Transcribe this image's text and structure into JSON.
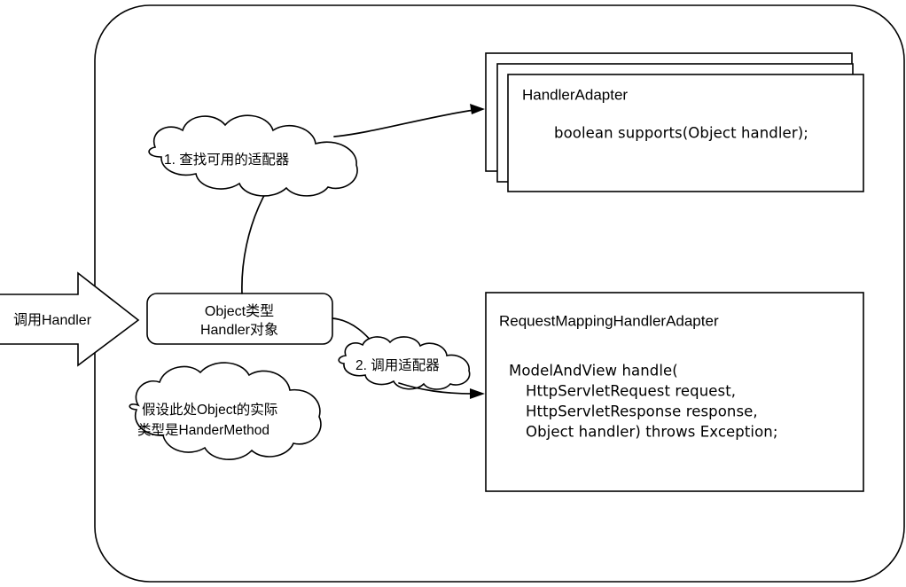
{
  "diagram": {
    "title_visible": false,
    "outer_container": {
      "name": "outer-rounded-container",
      "shape": "rounded-rectangle"
    },
    "input_arrow": {
      "label": "调用Handler",
      "shape": "block-arrow-right"
    },
    "handler_box": {
      "line1": "Object类型",
      "line2": "Handler对象",
      "shape": "rounded-rectangle"
    },
    "clouds": [
      {
        "id": "cloud-step-1",
        "text": "1. 查找可用的适配器"
      },
      {
        "id": "cloud-step-2",
        "text": "2. 调用适配器"
      },
      {
        "id": "cloud-note",
        "line1": "假设此处Object的实际",
        "line2": "类型是HanderMethod"
      }
    ],
    "handler_adapter_stack": {
      "shape": "stacked-rectangles",
      "count": 3,
      "class_name": "HandlerAdapter",
      "signature": "boolean supports(Object handler);"
    },
    "request_mapping_adapter": {
      "shape": "rectangle",
      "class_name": "RequestMappingHandlerAdapter",
      "signature_lines": [
        "ModelAndView handle(",
        "HttpServletRequest request,",
        "HttpServletResponse response,",
        "Object handler) throws Exception;"
      ]
    },
    "colors": {
      "stroke": "#000000",
      "fill": "#ffffff",
      "text": "#000000"
    }
  }
}
